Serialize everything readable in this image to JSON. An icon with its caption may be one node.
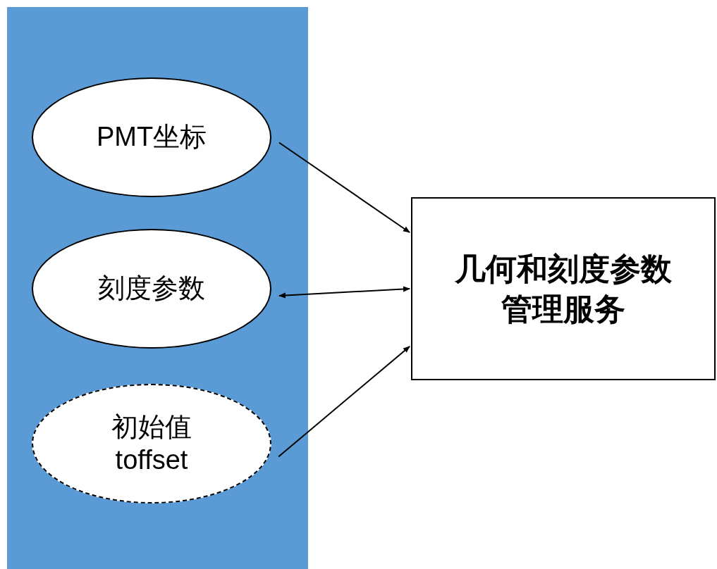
{
  "diagram": {
    "nodes": [
      {
        "text": [],
        "shape": "band"
      },
      {
        "text": [
          "PMT坐标"
        ],
        "in": 0
      },
      {
        "text": [
          "刻度参数"
        ],
        "in": 0
      },
      {
        "text": [
          "初始值 toffset"
        ],
        "in": 0
      },
      {
        "text": [
          "几何和刻度参数管理服务"
        ]
      }
    ],
    "edges": [
      {
        "from": 1,
        "to": 4,
        "arrow": "to"
      },
      {
        "from": 2,
        "to": 4,
        "arrow": "both"
      },
      {
        "from": 3,
        "to": 4,
        "arrow": "to"
      }
    ]
  }
}
